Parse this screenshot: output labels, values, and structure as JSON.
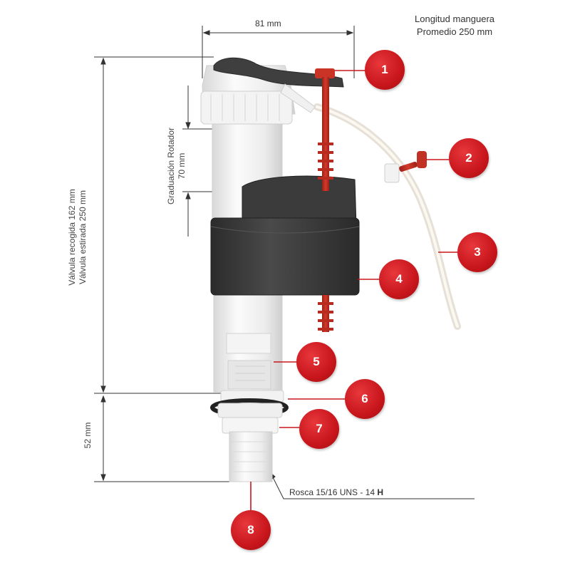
{
  "dimensions": {
    "width_label": "81 mm",
    "rotator_label_line1": "Graduación Rotador",
    "rotator_label_line2": "70 mm",
    "valve_label_line1": "Válvula recogida 162 mm",
    "valve_label_line2": "Válvula estirada 250 mm",
    "base_label": "52 mm"
  },
  "hose_note": {
    "line1": "Longitud manguera",
    "line2": "Promedio 250 mm"
  },
  "thread": {
    "prefix": "Rosca 15/16 UNS - 14 ",
    "bold": "H"
  },
  "callouts": [
    "1",
    "2",
    "3",
    "4",
    "5",
    "6",
    "7",
    "8"
  ],
  "colors": {
    "callout_red": "#c8161c",
    "body_white": "#eeeeee",
    "collar_dark": "#3a3a3a",
    "adjuster_red": "#c0281c"
  }
}
